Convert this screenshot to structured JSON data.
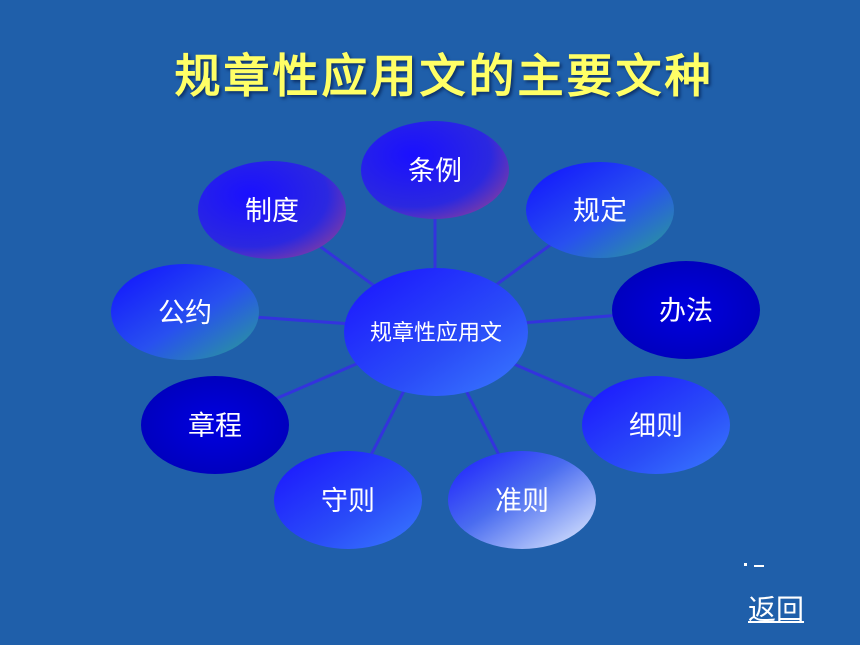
{
  "title": "规章性应用文的主要文种",
  "center": "规章性应用文",
  "nodes": [
    "条例",
    "规定",
    "办法",
    "细则",
    "准则",
    "守则",
    "章程",
    "公约",
    "制度"
  ],
  "back_link": "返回",
  "colors": {
    "background": "#1f5faa",
    "title": "#ffff66",
    "node_dark": "#0000d8",
    "node_light": "#3a7cff",
    "connector": "#3333dd"
  }
}
